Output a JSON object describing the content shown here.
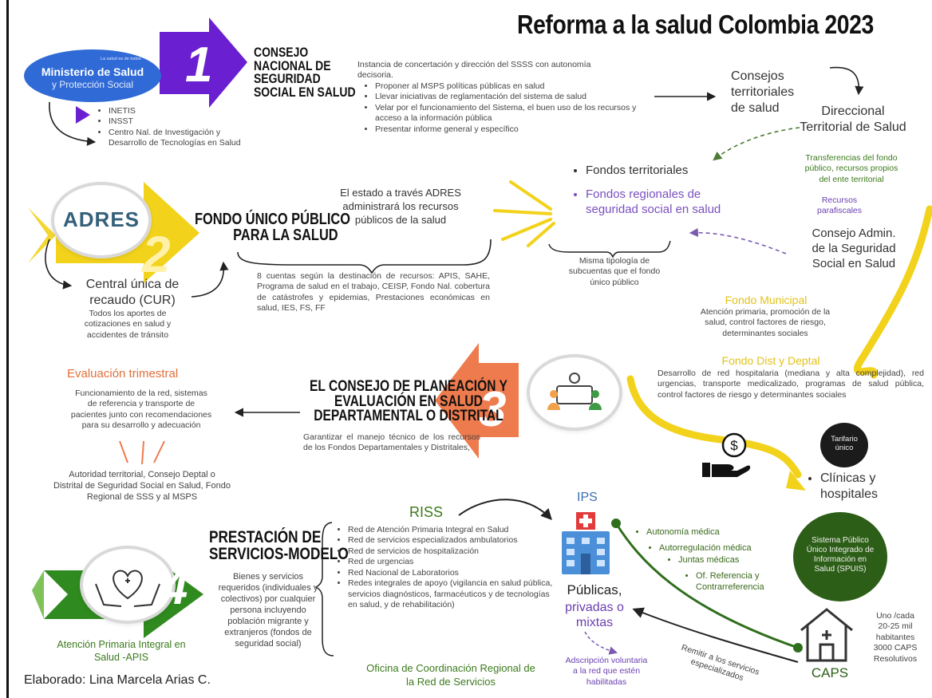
{
  "title": "Reforma a la salud Colombia 2023",
  "ministry": {
    "name": "Ministerio de Salud",
    "sub": "y Protección Social",
    "logo_small": "La salud es de todos",
    "entities": [
      "INETIS",
      "INSST",
      "Centro Nal. de Investigación y",
      "Desarrollo de Tecnologías en Salud"
    ]
  },
  "sec1": {
    "number": "1",
    "heading": [
      "CONSEJO",
      "NACIONAL DE",
      "SEGURIDAD",
      "SOCIAL EN SALUD"
    ],
    "intro": [
      "Instancia de concertación y dirección del SSSS con autonomía",
      "decisoria."
    ],
    "bullets": [
      "Proponer al MSPS políticas públicas en salud",
      "Llevar iniciativas de reglamentación del sistema de salud",
      "Velar por el funcionamiento del Sistema, el buen uso de los recursos y acceso a la información pública",
      "Presentar informe general y específico"
    ],
    "consejos": [
      "Consejos",
      "territoriales",
      "de salud"
    ],
    "direccional": [
      "Direccional",
      "Territorial de Salud"
    ]
  },
  "sec2": {
    "number": "2",
    "logo": "ADRES",
    "heading": [
      "FONDO ÚNICO PÚBLICO",
      "PARA LA SALUD"
    ],
    "estado": [
      "El estado a través ADRES",
      "administrará los recursos",
      "públicos de la salud"
    ],
    "cur_title": [
      "Central única de",
      "recaudo (CUR)"
    ],
    "cur_desc": [
      "Todos los aportes de",
      "cotizaciones en salud y",
      "accidentes de tránsito"
    ],
    "cuentas": "8 cuentas según la destinación de recursos: APIS, SAHE, Programa de salud en el trabajo, CEISP, Fondo Nal. cobertura de catástrofes y epidemias, Prestaciones económicas en salud, IES, FS, FF",
    "fondos": [
      "Fondos territoriales",
      "Fondos regionales de seguridad social en salud"
    ],
    "misma": [
      "Misma tipología de",
      "subcuentas que el fondo",
      "único público"
    ],
    "transferencias": [
      "Transferencias del fondo",
      "público, recursos propios",
      "del ente territorial"
    ],
    "parafiscales": [
      "Recursos",
      "parafiscales"
    ],
    "consejo_admin": [
      "Consejo Admin.",
      "de la Seguridad",
      "Social en Salud"
    ],
    "fondo_municipal": "Fondo Municipal",
    "fondo_municipal_desc": [
      "Atención primaria, promoción de la",
      "salud, control factores de riesgo,",
      "determinantes sociales"
    ],
    "fondo_dist": "Fondo Dist y Deptal",
    "fondo_dist_desc": "Desarrollo de red hospitalaria (mediana y alta complejidad), red urgencias, transporte medicalizado, programas de salud pública, control factores de riesgo y determinantes sociales"
  },
  "sec3": {
    "number": "3",
    "heading": [
      "EL CONSEJO DE PLANEACIÓN Y",
      "EVALUACIÓN EN SALUD",
      "DEPARTAMENTAL O DISTRITAL"
    ],
    "garantizar": "Garantizar el manejo técnico de los recursos de los Fondos Departamentales y Distritales,",
    "eval_title": "Evaluación trimestral",
    "eval_desc": [
      "Funcionamiento de la red, sistemas",
      "de referencia y transporte de",
      "pacientes junto con recomendaciones",
      "para su desarrollo y adecuación"
    ],
    "autoridad": [
      "Autoridad territorial, Consejo Deptal o",
      "Distrital de Seguridad Social en Salud, Fondo",
      "Regional de SSS y al MSPS"
    ],
    "tarifario": [
      "Tarifario",
      "único"
    ],
    "clinicas": [
      "Clínicas y",
      "hospitales"
    ]
  },
  "sec4": {
    "number": "4",
    "heading": [
      "PRESTACIÓN DE",
      "SERVICIOS-MODELO"
    ],
    "bienes": [
      "Bienes y servicios",
      "requeridos (individuales y",
      "colectivos) por cualquier",
      "persona incluyendo",
      "población migrante y",
      "extranjeros (fondos de",
      "seguridad social)"
    ],
    "apis": [
      "Atención Primaria Integral en",
      "Salud -APIS"
    ],
    "riss_title": "RISS",
    "riss_items": [
      "Red de Atención Primaria Integral en Salud",
      "Red de servicios especializados ambulatorios",
      "Red de servicios de hospitalización",
      "Red de urgencias",
      "Red Nacional de Laboratorios",
      "Redes integrales de apoyo (vigilancia en salud pública, servicios diagnósticos, farmacéuticos y de tecnologías en salud, y de rehabilitación)"
    ],
    "oficina": [
      "Oficina de Coordinación Regional de",
      "la Red de Servicios"
    ],
    "ips_title": "IPS",
    "publicas": "Públicas,",
    "privadas": [
      "privadas o",
      "mixtas"
    ],
    "ips_bullets": [
      "Autonomía médica",
      "Autorregulación médica",
      "Juntas médicas",
      "Of. Referencia y Contrarreferencia"
    ],
    "adscripcion": [
      "Adscripción voluntaria",
      "a la red que estén",
      "habilitadas"
    ],
    "remitir": [
      "Remitir a los servicios",
      "especializados"
    ],
    "spuis": [
      "Sistema Público",
      "Único Integrado de",
      "Información en",
      "Salud (SPUIS)"
    ],
    "caps_title": "CAPS",
    "caps_info": [
      "Uno /cada",
      "20-25 mil",
      "habitantes",
      "3000 CAPS",
      "Resolutivos"
    ]
  },
  "footer": "Elaborado: Lina Marcela Arias  C.",
  "colors": {
    "purple": "#6a1fd1",
    "yellow": "#f2d21b",
    "orange": "#ee7b4d",
    "green": "#2f8a1f",
    "blue": "#2f6ad6"
  }
}
